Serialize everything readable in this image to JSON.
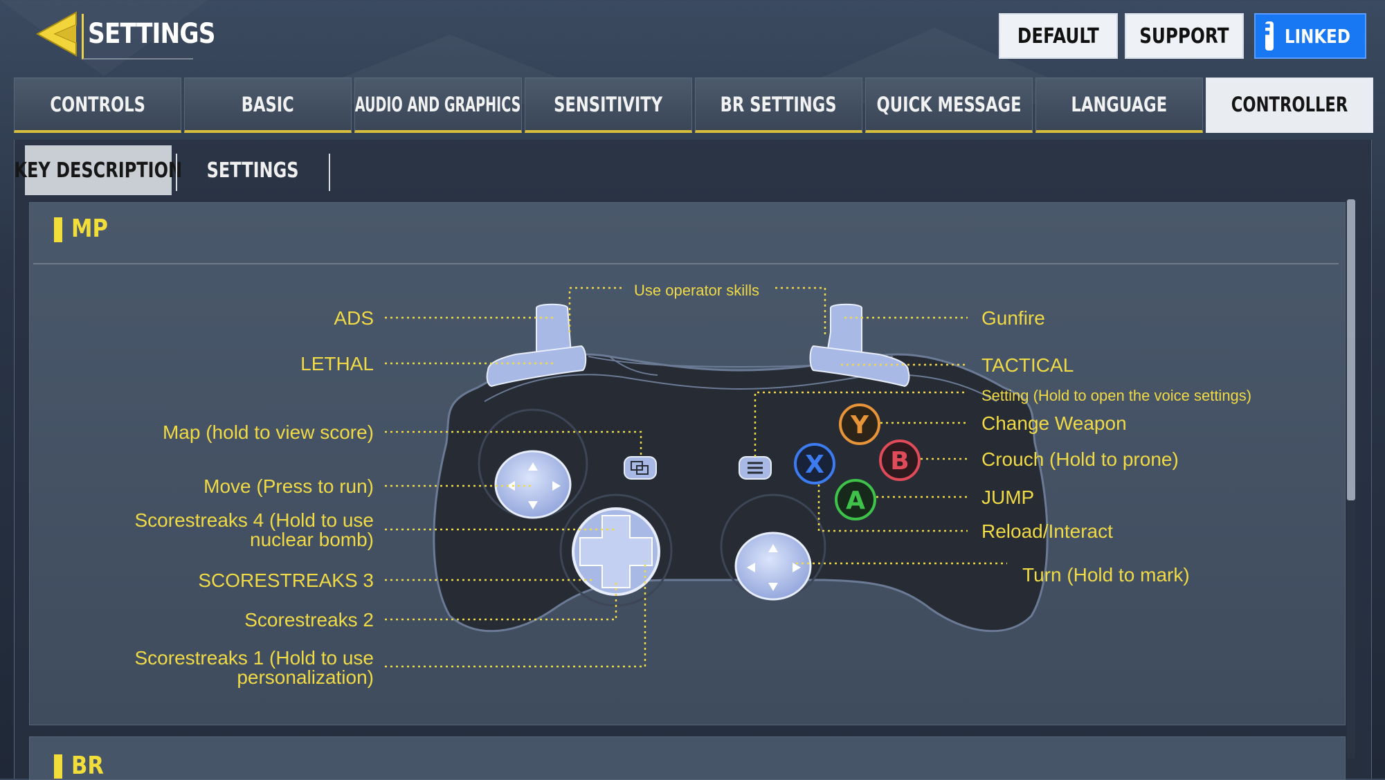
{
  "header": {
    "title": "SETTINGS",
    "buttons": {
      "default": "DEFAULT",
      "support": "SUPPORT",
      "linked": "LINKED"
    }
  },
  "tabs": [
    "CONTROLS",
    "BASIC",
    "AUDIO AND GRAPHICS",
    "SENSITIVITY",
    "BR SETTINGS",
    "QUICK MESSAGE",
    "LANGUAGE",
    "CONTROLLER"
  ],
  "active_tab": "CONTROLLER",
  "subtabs": [
    "KEY DESCRIPTION",
    "SETTINGS"
  ],
  "sections": {
    "mp": "MP",
    "next_partial": "BR"
  },
  "labels": {
    "use_operator_skills": "Use operator skills",
    "ads": "ADS",
    "lethal": "LETHAL",
    "map": "Map (hold to view score)",
    "move": "Move (Press to run)",
    "scorestreaks4_line1": "Scorestreaks 4 (Hold to use",
    "scorestreaks4_line2": "nuclear bomb)",
    "scorestreaks3": "SCORESTREAKS 3",
    "scorestreaks2": "Scorestreaks 2",
    "scorestreaks1_line1": "Scorestreaks 1 (Hold to use",
    "scorestreaks1_line2": "personalization)",
    "gunfire": "Gunfire",
    "tactical": "TACTICAL",
    "setting": "Setting (Hold to open the voice settings)",
    "change_weapon": "Change Weapon",
    "crouch": "Crouch (Hold to prone)",
    "jump": "JUMP",
    "reload": "Reload/Interact",
    "turn": "Turn (Hold to mark)"
  },
  "face_buttons": {
    "y": "Y",
    "b": "B",
    "x": "X",
    "a": "A"
  },
  "colors": {
    "accent": "#f0da46",
    "button_y": "#e8953a",
    "button_b": "#e04b5a",
    "button_x": "#3d7bf0",
    "button_a": "#3ec24a",
    "facebook": "#1877f2",
    "controller_body": "#262b34",
    "controller_part": "#a9b9e6"
  },
  "icons": [
    "back-arrow-icon",
    "facebook-icon",
    "share-button-icon",
    "menu-button-icon",
    "dpad-up-icon",
    "dpad-down-icon",
    "dpad-left-icon",
    "dpad-right-icon"
  ]
}
